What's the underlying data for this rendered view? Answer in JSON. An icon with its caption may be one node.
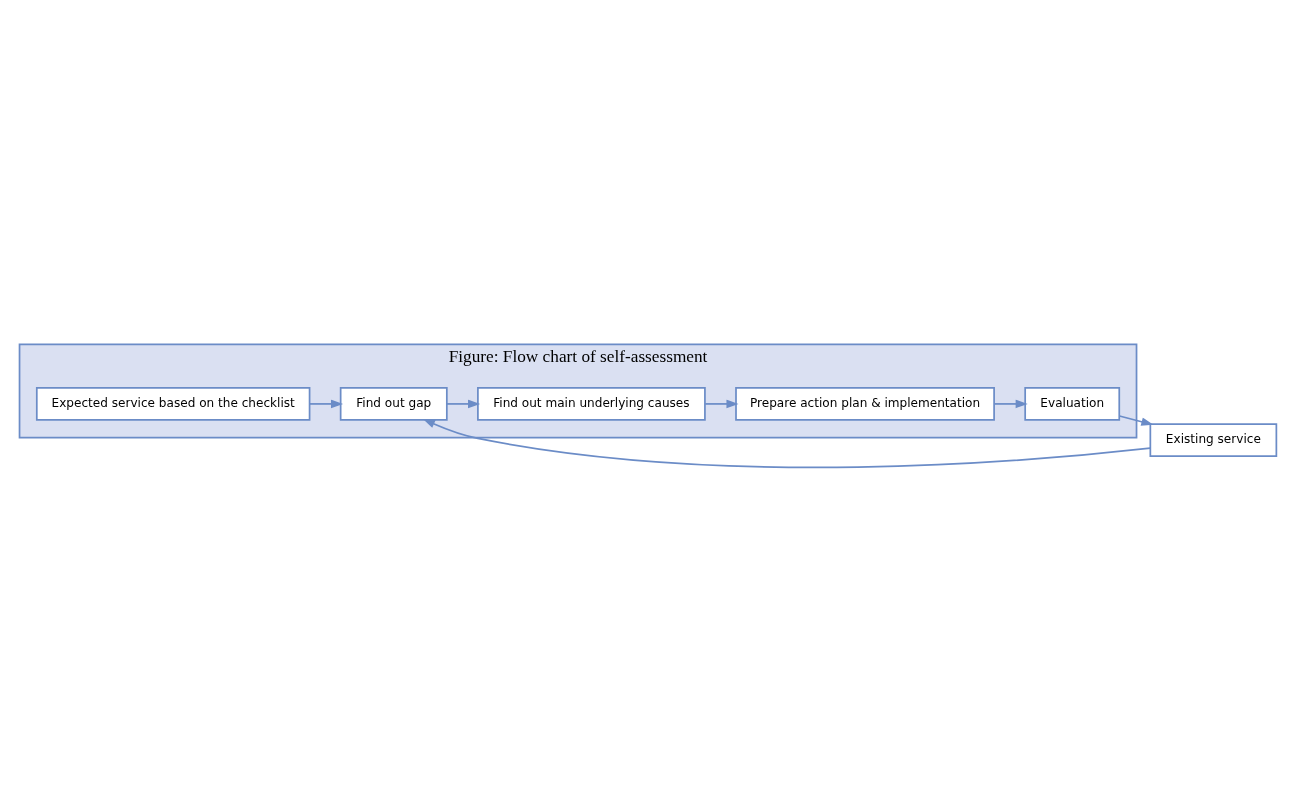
{
  "diagram": {
    "nodes": [
      {
        "text": [
          "Figure: Flow chart of self-assessment"
        ]
      },
      {
        "text": [
          "Expected service based on the checklist"
        ],
        "in": 0
      },
      {
        "text": [
          "Find out gap"
        ],
        "in": 0
      },
      {
        "text": [
          "Find out main underlying causes"
        ],
        "in": 0
      },
      {
        "text": [
          "Prepare action plan & implementation"
        ],
        "in": 0
      },
      {
        "text": [
          "Evaluation"
        ],
        "in": 0
      },
      {
        "text": [
          "Existing service"
        ]
      }
    ],
    "edges": [
      {
        "from": 1,
        "to": 2,
        "arrow": "to"
      },
      {
        "from": 6,
        "to": 2,
        "arrow": "to"
      },
      {
        "from": 2,
        "to": 3,
        "arrow": "to"
      },
      {
        "from": 3,
        "to": 4,
        "arrow": "to"
      },
      {
        "from": 4,
        "to": 5,
        "arrow": "to"
      },
      {
        "from": 5,
        "to": 6,
        "arrow": "to"
      }
    ]
  }
}
